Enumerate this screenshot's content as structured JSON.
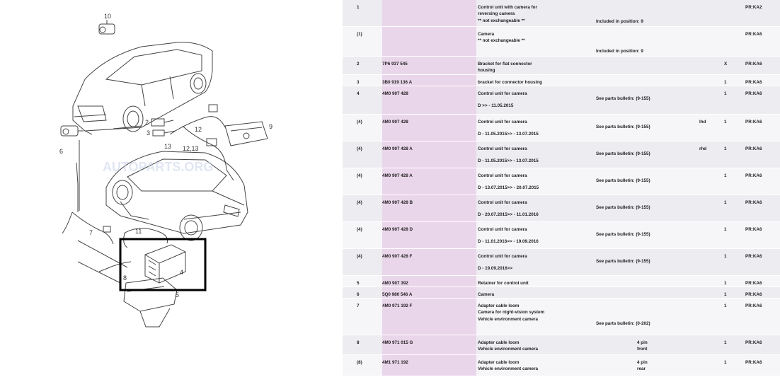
{
  "diagram": {
    "callouts": [
      "10",
      "6",
      "2",
      "3",
      "12",
      "13",
      "12,13",
      "9",
      "7",
      "11",
      "8",
      "4",
      "5"
    ],
    "watermark": "AUTOPARTS.ORG"
  },
  "table": {
    "rows": [
      {
        "pos": "1",
        "part": "",
        "desc": [
          "Control unit with camera for",
          "reversing camera",
          "** not exchangeable **"
        ],
        "date": "",
        "note": "Included in position: 9",
        "bulletin": "",
        "mid": "",
        "side": "",
        "qty": "",
        "pr": "PR:KA2"
      },
      {
        "pos": "(1)",
        "part": "",
        "desc": [
          "Camera",
          "** not exchangeable **"
        ],
        "date": "",
        "note": "Included in position: 9",
        "bulletin": "",
        "mid": "",
        "side": "",
        "qty": "",
        "pr": "PR:KA6"
      },
      {
        "pos": "2",
        "part": "7P6 937 545",
        "desc": [
          "Bracket for flat connector",
          "housing"
        ],
        "date": "",
        "note": "",
        "bulletin": "",
        "mid": "",
        "side": "",
        "qty": "X",
        "pr": "PR:KA6"
      },
      {
        "pos": "3",
        "part": "3B0 919 136 A",
        "desc": [
          "bracket for connector housing"
        ],
        "date": "",
        "note": "",
        "bulletin": "",
        "mid": "",
        "side": "",
        "qty": "1",
        "pr": "PR:KA6"
      },
      {
        "pos": "4",
        "part": "4M0 907 428",
        "desc": [
          "Control unit for camera"
        ],
        "date": "D          >> - 11.05.2015",
        "note": "",
        "bulletin": "See parts bulletin: (9-155)",
        "mid": "",
        "side": "",
        "qty": "1",
        "pr": "PR:KA6"
      },
      {
        "pos": "(4)",
        "part": "4M0 907 428",
        "desc": [
          "Control unit for camera"
        ],
        "date": "D - 11.05.2015>> - 13.07.2015",
        "note": "",
        "bulletin": "See parts bulletin: (9-155)",
        "mid": "",
        "side": "lhd",
        "qty": "1",
        "pr": "PR:KA6"
      },
      {
        "pos": "(4)",
        "part": "4M0 907 428 A",
        "desc": [
          "Control unit for camera"
        ],
        "date": "D - 11.05.2015>> - 13.07.2015",
        "note": "",
        "bulletin": "See parts bulletin: (9-155)",
        "mid": "",
        "side": "rhd",
        "qty": "1",
        "pr": "PR:KA6"
      },
      {
        "pos": "(4)",
        "part": "4M0 907 428 A",
        "desc": [
          "Control unit for camera"
        ],
        "date": "D - 13.07.2015>> - 20.07.2015",
        "note": "",
        "bulletin": "See parts bulletin: (9-155)",
        "mid": "",
        "side": "",
        "qty": "1",
        "pr": "PR:KA6"
      },
      {
        "pos": "(4)",
        "part": "4M0 907 428 B",
        "desc": [
          "Control unit for camera"
        ],
        "date": "D - 20.07.2015>> - 11.01.2016",
        "note": "",
        "bulletin": "See parts bulletin: (9-155)",
        "mid": "",
        "side": "",
        "qty": "1",
        "pr": "PR:KA6"
      },
      {
        "pos": "(4)",
        "part": "4M0 907 428 D",
        "desc": [
          "Control unit for camera"
        ],
        "date": "D - 11.01.2016>> - 19.09.2016",
        "note": "",
        "bulletin": "See parts bulletin: (9-155)",
        "mid": "",
        "side": "",
        "qty": "1",
        "pr": "PR:KA6"
      },
      {
        "pos": "(4)",
        "part": "4M0 907 428 F",
        "desc": [
          "Control unit for camera"
        ],
        "date": "D - 19.09.2016>>",
        "note": "",
        "bulletin": "See parts bulletin: (9-155)",
        "mid": "",
        "side": "",
        "qty": "1",
        "pr": "PR:KA6"
      },
      {
        "pos": "5",
        "part": "4M0 907 392",
        "desc": [
          "Retainer for control unit"
        ],
        "date": "",
        "note": "",
        "bulletin": "",
        "mid": "",
        "side": "",
        "qty": "1",
        "pr": "PR:KA6"
      },
      {
        "pos": "6",
        "part": "5Q0 980 546 A",
        "desc": [
          "Camera"
        ],
        "date": "",
        "note": "",
        "bulletin": "",
        "mid": "",
        "side": "",
        "qty": "1",
        "pr": "PR:KA6"
      },
      {
        "pos": "7",
        "part": "4M0 971 192 F",
        "desc": [
          "Adapter cable loom",
          "Camera for night-vision system",
          "Vehicle environment camera"
        ],
        "date": "",
        "note": "",
        "bulletin": "See parts bulletin: (0-202)",
        "mid": "",
        "side": "",
        "qty": "1",
        "pr": "PR:KA6"
      },
      {
        "pos": "8",
        "part": "4M0 971 015 G",
        "desc": [
          "Adapter cable loom",
          "Vehicle environment camera"
        ],
        "date": "",
        "note": "",
        "bulletin": "",
        "mid": "4 pin|front",
        "side": "",
        "qty": "1",
        "pr": "PR:KA6"
      },
      {
        "pos": "(8)",
        "part": "4M1 971 192",
        "desc": [
          "Adapter cable loom",
          "Vehicle environment camera"
        ],
        "date": "",
        "note": "",
        "bulletin": "",
        "mid": "4 pin|rear",
        "side": "",
        "qty": "1",
        "pr": "PR:KA6"
      }
    ]
  }
}
